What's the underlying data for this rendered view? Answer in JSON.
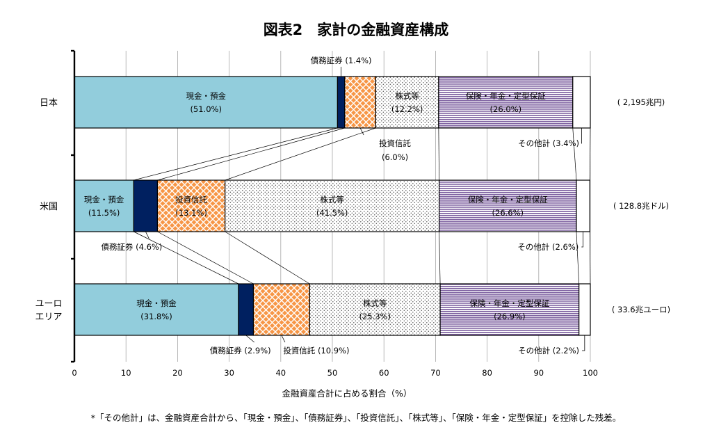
{
  "chart_data": {
    "type": "bar",
    "orientation": "horizontal",
    "stacked": true,
    "title": "図表2　家計の金融資産構成",
    "xlabel": "金融資産合計に占める割合（%）",
    "xlim": [
      0,
      100
    ],
    "xticks": [
      "0",
      "10",
      "20",
      "30",
      "40",
      "50",
      "60",
      "70",
      "80",
      "90",
      "100"
    ],
    "grid": true,
    "categories": [
      {
        "label": "日本",
        "total": "( 2,195兆円)"
      },
      {
        "label": "米国",
        "total": "( 128.8兆ドル)"
      },
      {
        "label": "ユーロ\nエリア",
        "total": "( 33.6兆ユーロ)"
      }
    ],
    "series": [
      {
        "name": "現金・預金",
        "color": "#92cddc",
        "pattern": "solid",
        "values": [
          51.0,
          11.5,
          31.8
        ]
      },
      {
        "name": "債務証券",
        "color": "#002060",
        "pattern": "solid",
        "values": [
          1.4,
          4.6,
          2.9
        ]
      },
      {
        "name": "投資信託",
        "color": "#f79646",
        "pattern": "crosshatch",
        "values": [
          6.0,
          13.1,
          10.9
        ]
      },
      {
        "name": "株式等",
        "color": "#ffffff",
        "pattern": "dots",
        "values": [
          12.2,
          41.5,
          25.3
        ]
      },
      {
        "name": "保険・年金・定型保証",
        "color": "#8064a2",
        "pattern": "hstripes",
        "values": [
          26.0,
          26.6,
          26.9
        ]
      },
      {
        "name": "その他計",
        "color": "#ffffff",
        "pattern": "solid",
        "values": [
          3.4,
          2.6,
          2.2
        ]
      }
    ],
    "labels": [
      [
        {
          "name": "現金・預金",
          "value": "(51.0%)",
          "mode": "inside"
        },
        {
          "name": "債務証券",
          "value": "(1.4%)",
          "mode": "callout-top",
          "text": "債務証券 (1.4%)"
        },
        {
          "name": "投資信託",
          "value": "(6.0%)",
          "mode": "callout-below",
          "text": "投資信託",
          "text2": "(6.0%)"
        },
        {
          "name": "株式等",
          "value": "(12.2%)",
          "mode": "inside"
        },
        {
          "name": "保険・年金・定型保証",
          "value": "(26.0%)",
          "mode": "inside"
        },
        {
          "name": "その他計",
          "value": "(3.4%)",
          "mode": "callout-below-left",
          "text": "その他計 (3.4%)"
        }
      ],
      [
        {
          "name": "現金・預金",
          "value": "(11.5%)",
          "mode": "inside"
        },
        {
          "name": "債務証券",
          "value": "(4.6%)",
          "mode": "callout-below",
          "text": "債務証券 (4.6%)"
        },
        {
          "name": "投資信託",
          "value": "(13.1%)",
          "mode": "inside"
        },
        {
          "name": "株式等",
          "value": "(41.5%)",
          "mode": "inside"
        },
        {
          "name": "保険・年金・定型保証",
          "value": "(26.6%)",
          "mode": "inside"
        },
        {
          "name": "その他計",
          "value": "(2.6%)",
          "mode": "callout-below-left",
          "text": "その他計 (2.6%)"
        }
      ],
      [
        {
          "name": "現金・預金",
          "value": "(31.8%)",
          "mode": "inside"
        },
        {
          "name": "債務証券",
          "value": "(2.9%)",
          "mode": "callout-below",
          "text": "債務証券 (2.9%)"
        },
        {
          "name": "投資信託",
          "value": "(10.9%)",
          "mode": "callout-below",
          "text": "投資信託 (10.9%)"
        },
        {
          "name": "株式等",
          "value": "(25.3%)",
          "mode": "inside"
        },
        {
          "name": "保険・年金・定型保証",
          "value": "(26.9%)",
          "mode": "inside"
        },
        {
          "name": "その他計",
          "value": "(2.2%)",
          "mode": "callout-below-left",
          "text": "その他計 (2.2%)"
        }
      ]
    ],
    "footnote": "*「その他計」は、金融資産合計から、「現金・預金」、「債務証券」、「投資信託」、「株式等」、「保険・年金・定型保証」を控除した残差。"
  }
}
